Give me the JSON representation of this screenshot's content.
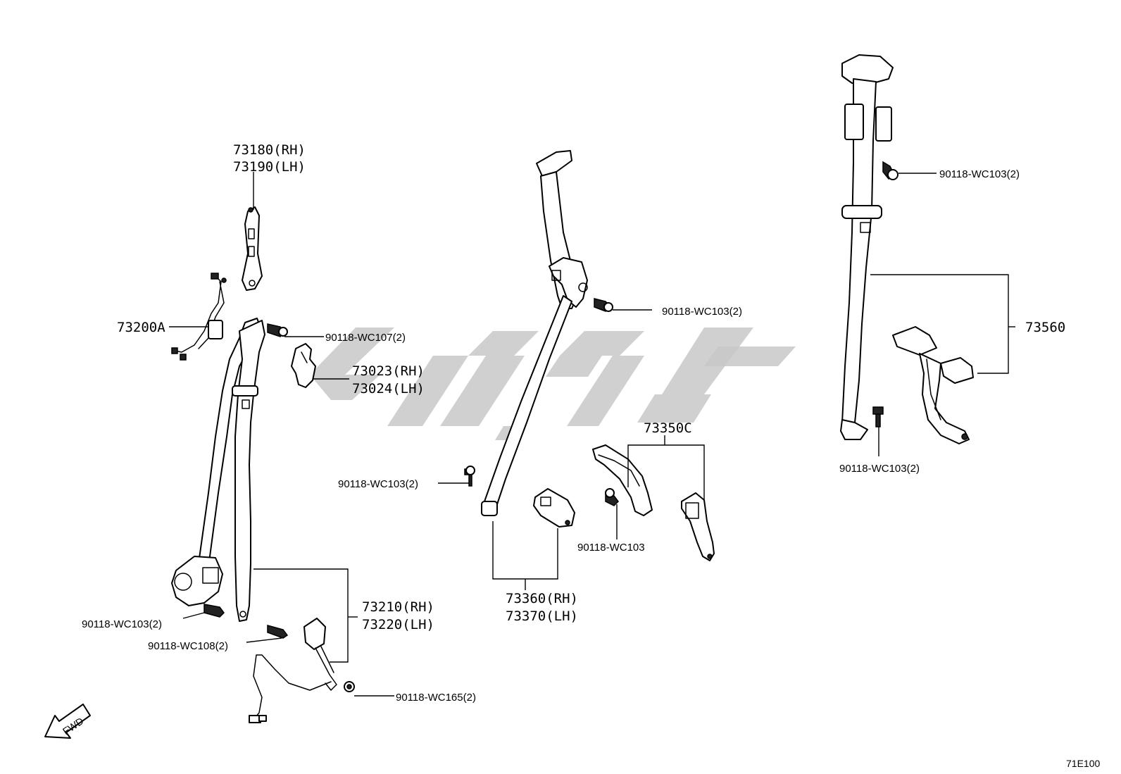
{
  "labels": {
    "p73180": "73180(RH)",
    "p73190": "73190(LH)",
    "p73200A": "73200A",
    "b_wc107": "90118-WC107(2)",
    "p73023": "73023(RH)",
    "p73024": "73024(LH)",
    "b_wc103_left": "90118-WC103(2)",
    "b_wc108": "90118-WC108(2)",
    "p73210": "73210(RH)",
    "p73220": "73220(LH)",
    "b_wc165": "90118-WC165(2)",
    "b_wc103_center_top": "90118-WC103(2)",
    "b_wc103_center_mid": "90118-WC103(2)",
    "p73360": "73360(RH)",
    "p73370": "73370(LH)",
    "p73350C": "73350C",
    "b_wc103_single": "90118-WC103",
    "b_wc103_right_top": "90118-WC103(2)",
    "p73560": "73560",
    "b_wc103_right_bottom": "90118-WC103(2)",
    "fwd": "FWD",
    "diagram_code": "71E100"
  },
  "colors": {
    "line": "#000000",
    "background": "#ffffff",
    "watermark": "#c8c8c8"
  },
  "icons": {
    "forward_arrow": "fwd-arrow-icon",
    "watermark": "watermark-logo"
  }
}
